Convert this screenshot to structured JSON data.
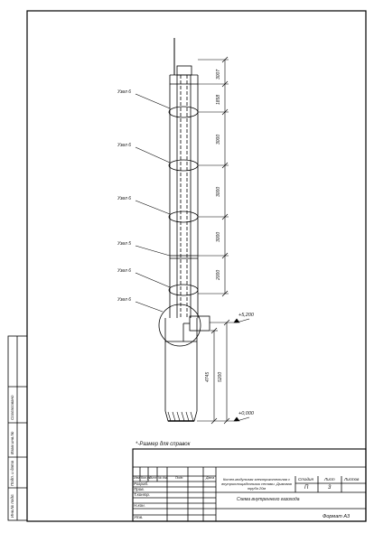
{
  "note": "*-Размер для справок",
  "nodes": [
    "Узел 6",
    "Узел 6",
    "Узел 6",
    "Узел 5",
    "Узел 6",
    "Узел 6"
  ],
  "dimensions": [
    "3007",
    "1858",
    "3000",
    "3000",
    "3000",
    "2000",
    "4745",
    "5200"
  ],
  "levels": {
    "top": "+5,200",
    "bottom": "+0,000"
  },
  "stamp": {
    "title": "Котел-модульная электрокотельная с внутриплощадочными сетями. Дымовая труба 20м",
    "stage_header": "Стадия",
    "sheet_header": "Лист",
    "sheets_header": "Листов",
    "stage": "П",
    "sheet": "3",
    "sheets": "",
    "drawing_name": "Схема внутреннего газохода",
    "cols": [
      "Изм.",
      "Кол.уч.",
      "Лист",
      "№ док.",
      "Подп.",
      "Дата"
    ],
    "roles": [
      "Разраб.",
      "Пров.",
      "Т.контр.",
      "Н.кон.",
      "Утв."
    ],
    "format": "Формат А3"
  },
  "side_stamp": [
    "Инв.№ подл.",
    "Подп. и дата",
    "Взам.инв.№",
    "Согласовано"
  ]
}
